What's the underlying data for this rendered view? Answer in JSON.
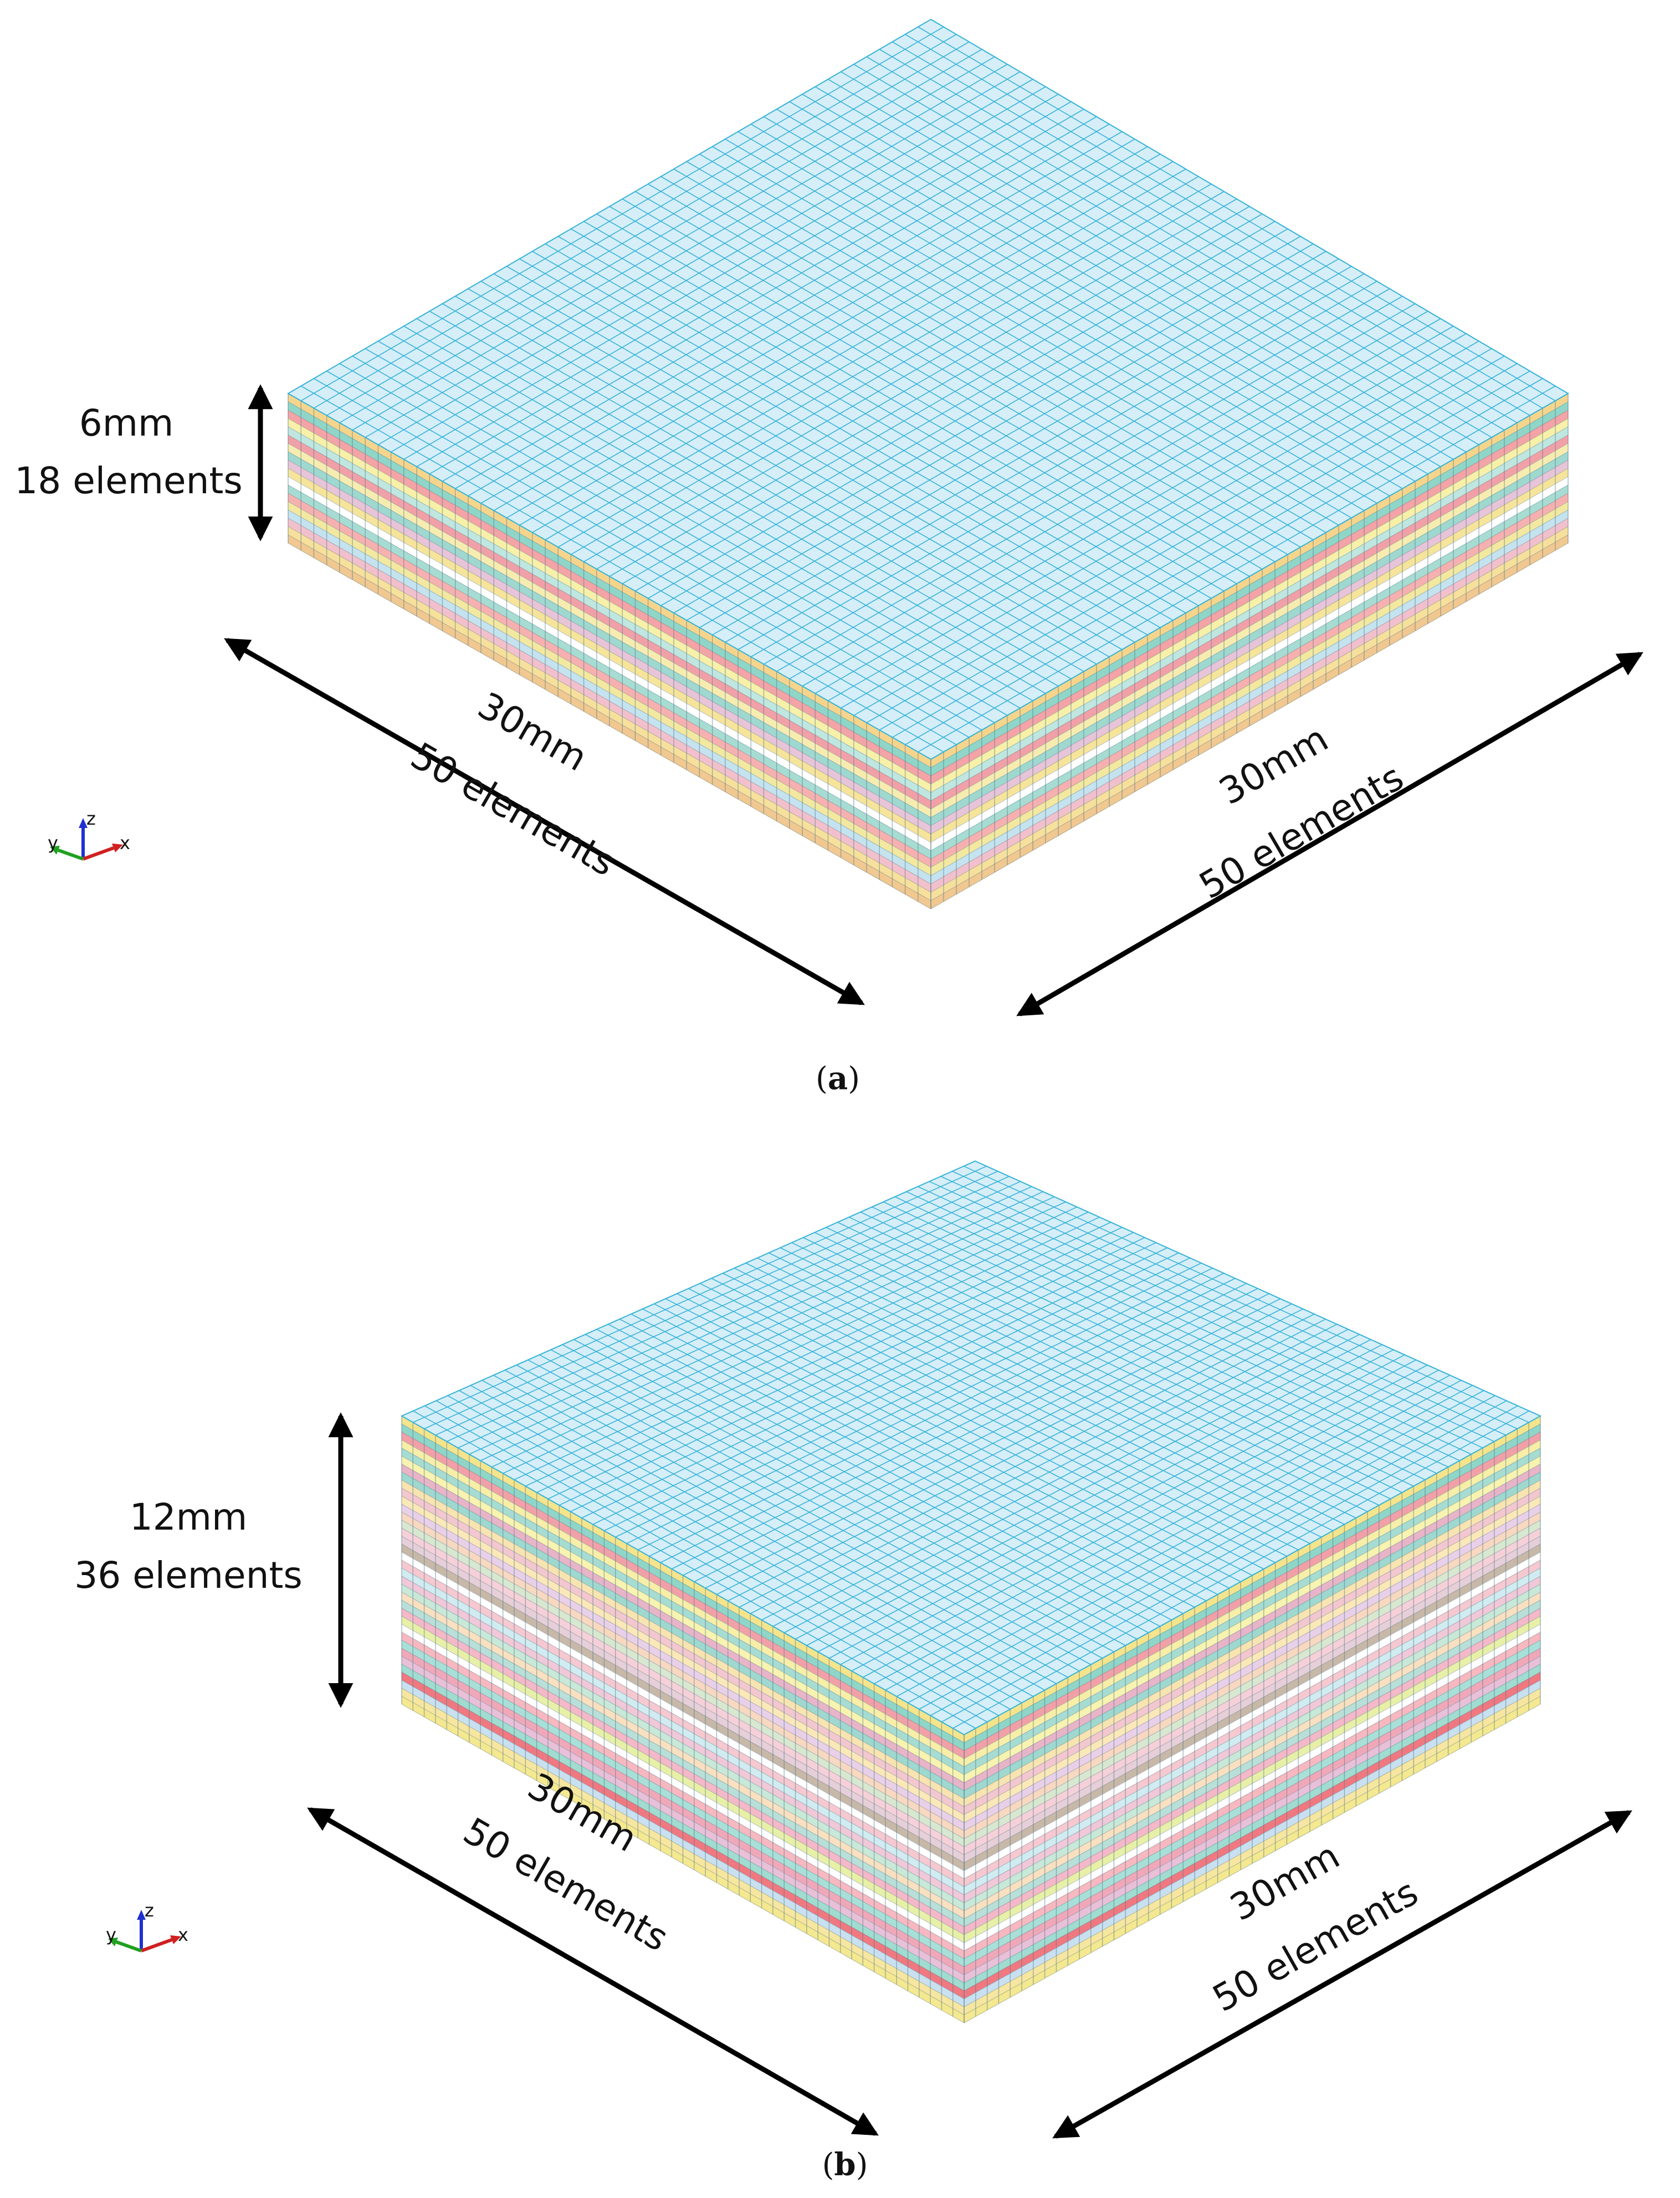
{
  "colors": {
    "top_face": "#d6eef8",
    "top_grid": "#38b4d8",
    "arrow": "#000000",
    "side_grid": "#5a7a8a"
  },
  "panels": [
    {
      "thickness_label": "6mm",
      "thickness_elements_label": "18 elements",
      "left_edge_label": "30mm",
      "left_edge_elements_label": "50 elements",
      "right_edge_label": "30mm",
      "right_edge_elements_label": "50 elements",
      "caption_open": "(",
      "caption_letter": "a",
      "caption_close": ")",
      "layer_colors": [
        "#f5d58c",
        "#8fd6c8",
        "#f4a3a6",
        "#f7f0a8",
        "#bfe6df",
        "#f2a0a8",
        "#f7ecb0",
        "#9ed8cf",
        "#e8c4d8",
        "#f6e49a",
        "#ffffff",
        "#a7dcd2",
        "#f7b0b0",
        "#f3e8a0",
        "#c4e3ee",
        "#f2c0cc",
        "#f6e09c",
        "#f0c890"
      ]
    },
    {
      "thickness_label": "12mm",
      "thickness_elements_label": "36 elements",
      "left_edge_label": "30mm",
      "left_edge_elements_label": "50 elements",
      "right_edge_label": "30mm",
      "right_edge_elements_label": "50 elements",
      "caption_open": "(",
      "caption_letter": "b",
      "caption_close": ")",
      "layer_colors": [
        "#f4e48c",
        "#8fd6c8",
        "#f2a0a8",
        "#f7eea8",
        "#a6dcd2",
        "#f7f3b0",
        "#e8b4c8",
        "#9ed8cf",
        "#f8e4b0",
        "#f3c7cf",
        "#fbe8b8",
        "#e9d0e8",
        "#f8d8c0",
        "#d8e8d0",
        "#f6d0d8",
        "#e6cfd8",
        "#c8b8a8",
        "#ffffff",
        "#f6c8d0",
        "#d0ecf0",
        "#f0c8d8",
        "#c8e8d8",
        "#f8e0c0",
        "#b8e0d8",
        "#f4b8c8",
        "#e8f0a8",
        "#ffffff",
        "#f8b8c0",
        "#a8e0d8",
        "#f0a8b8",
        "#e8c0d8",
        "#a0dcd0",
        "#f07880",
        "#c8e0f0",
        "#f6e6a0",
        "#f4e890"
      ]
    }
  ],
  "axis_triad": {
    "x_label": "x",
    "y_label": "y",
    "z_label": "z"
  }
}
